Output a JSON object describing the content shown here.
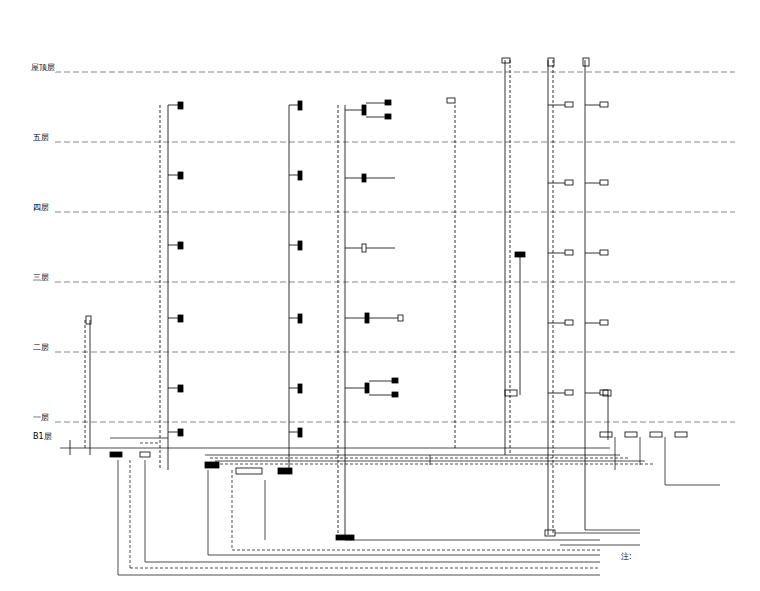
{
  "diagram": {
    "labels": [
      "屋顶层",
      "五层",
      "四层",
      "三层",
      "二层",
      "一层",
      "B1层",
      "注:"
    ]
  }
}
